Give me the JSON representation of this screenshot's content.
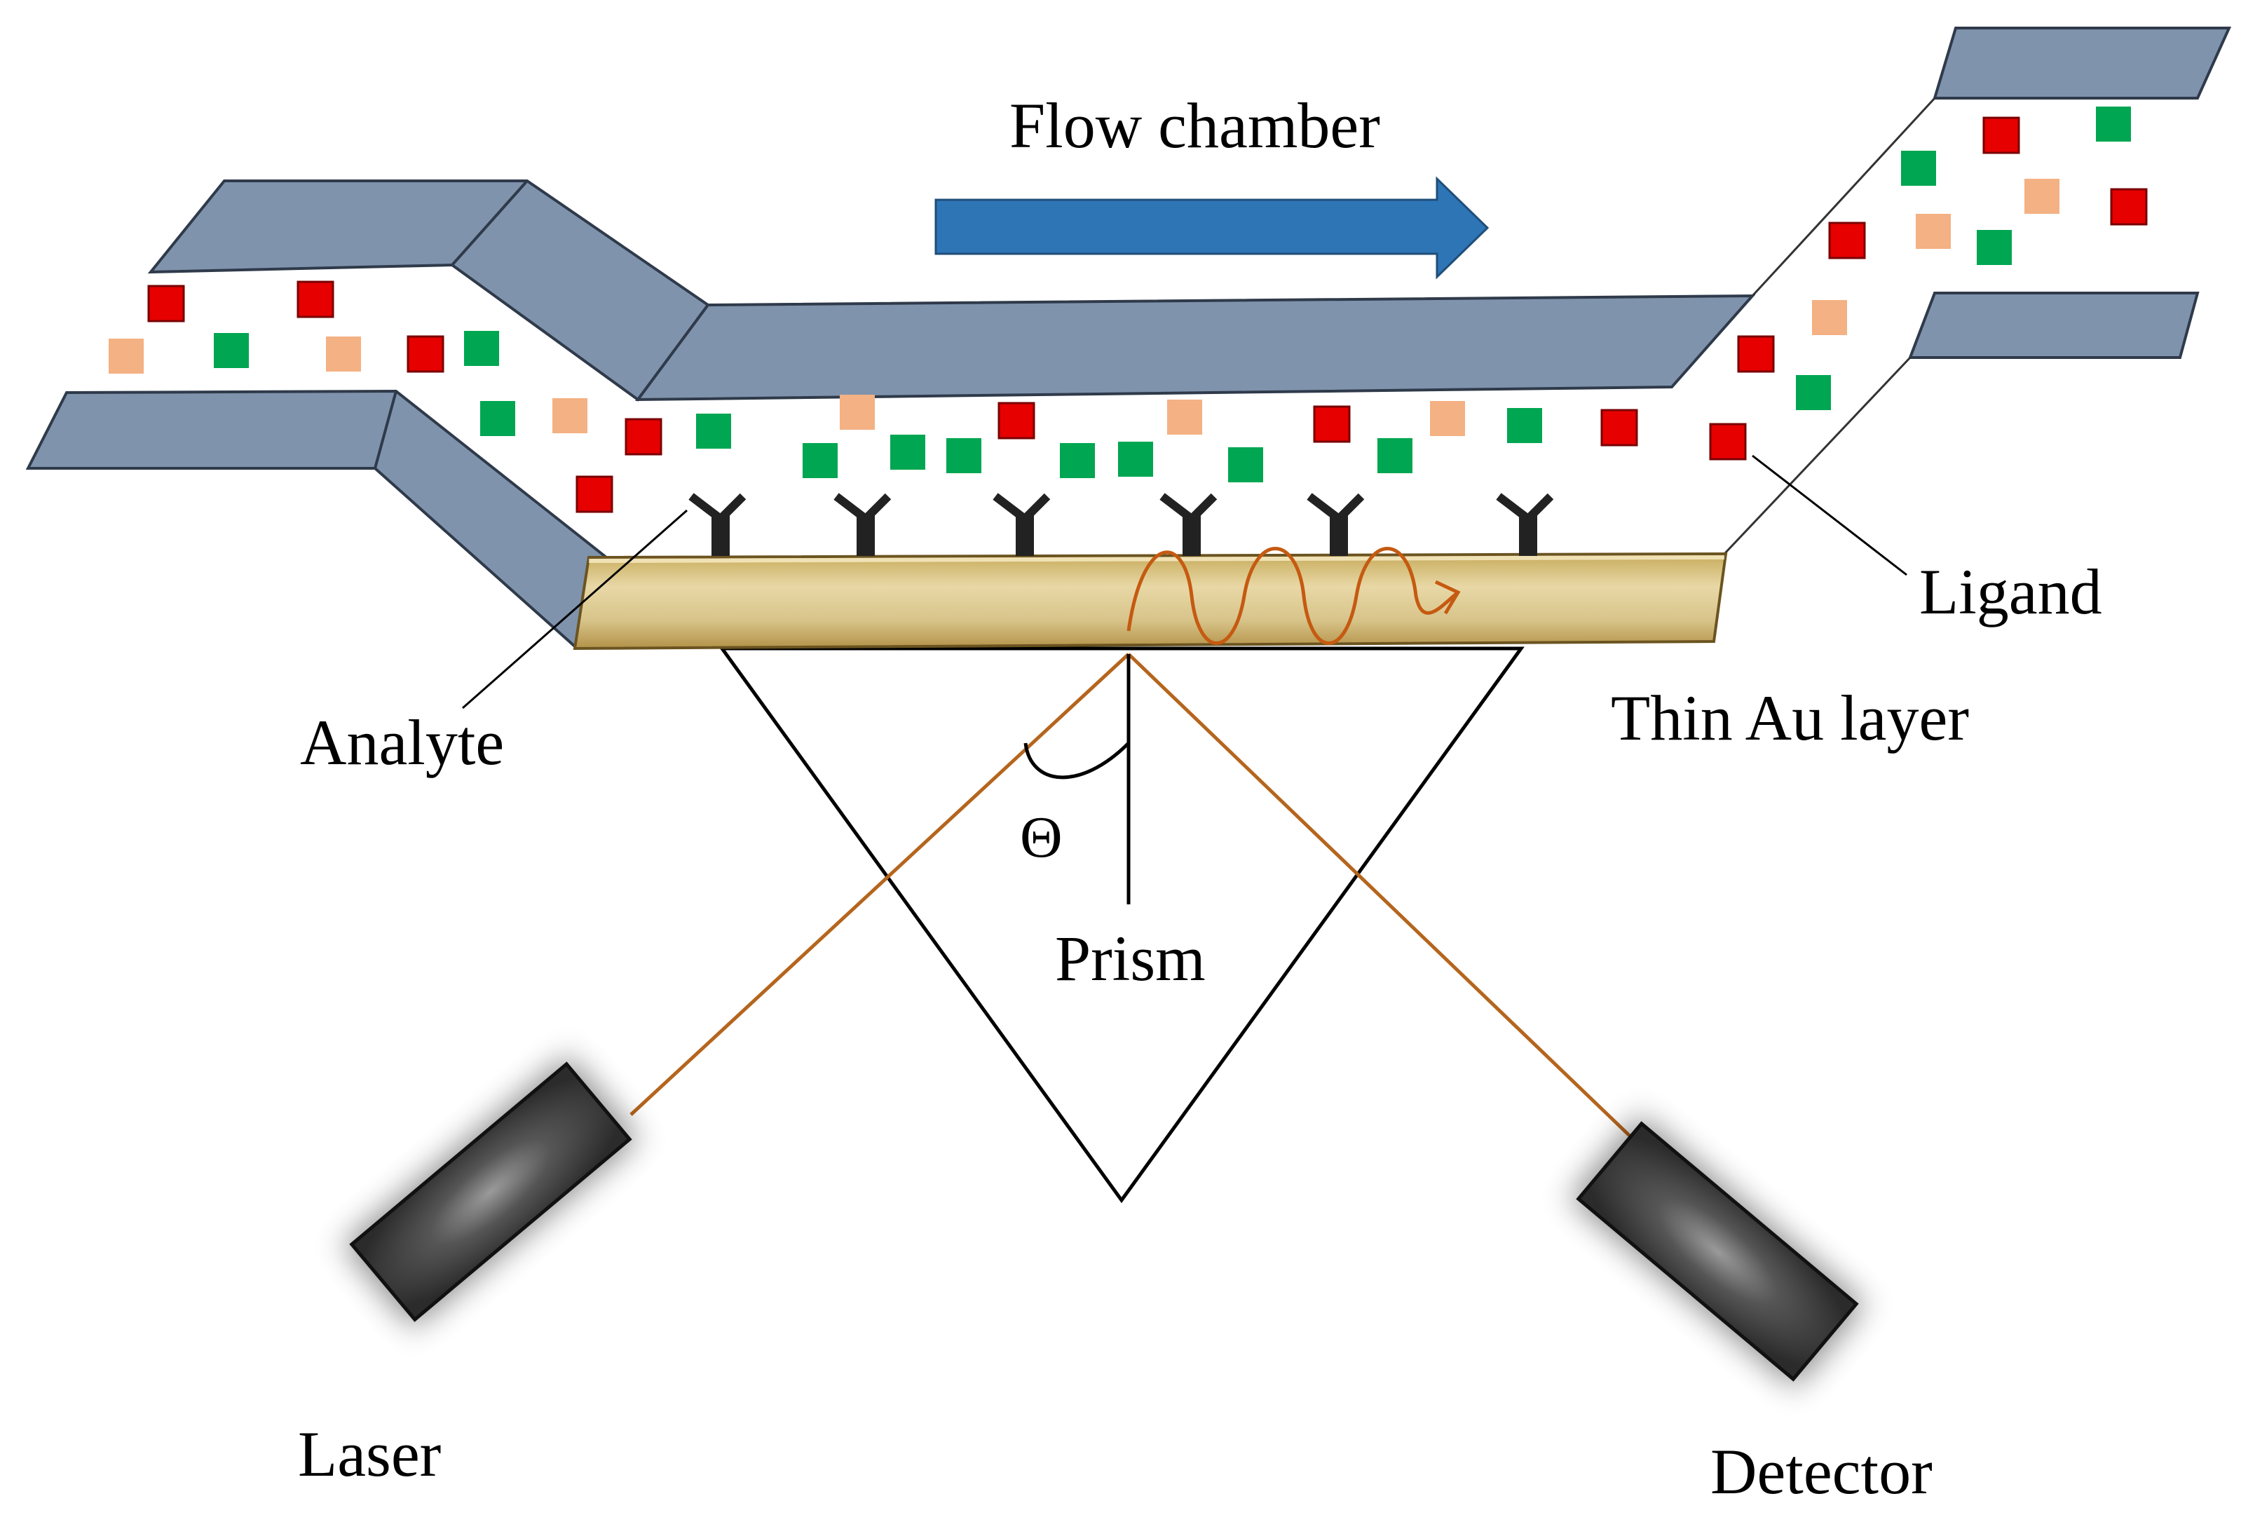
{
  "labels": {
    "flow_chamber": "Flow chamber",
    "ligand": "Ligand",
    "thin_au_layer": "Thin Au layer",
    "analyte": "Analyte",
    "theta": "Θ",
    "prism": "Prism",
    "laser": "Laser",
    "detector": "Detector"
  },
  "colors": {
    "chamber_wall": "#7f93ad",
    "chamber_edge": "#2f3a4a",
    "flow_arrow": "#2e75b6",
    "gold": "#d9c48a",
    "beam": "#b5651d",
    "red_particle": "#e60000",
    "green_particle": "#00a651",
    "peach_particle": "#f4b183",
    "device_body": "#4a4a4a"
  },
  "icons": {
    "flow_arrow": "right-arrow-icon",
    "receptor": "y-antibody-icon",
    "laser": "laser-device-icon",
    "detector": "detector-device-icon"
  }
}
